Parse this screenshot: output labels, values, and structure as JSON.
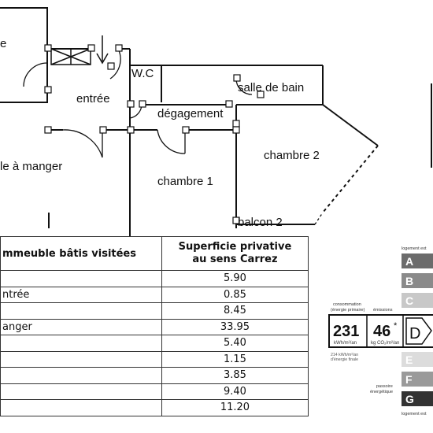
{
  "floorplan": {
    "rooms": {
      "cuisine_partial": "e",
      "entree": "entrée",
      "wc": "W.C",
      "salle_de_bain": "salle de bain",
      "degagement": "dégagement",
      "chambre2": "chambre 2",
      "salle_a_manger_partial": "le à manger",
      "chambre1": "chambre 1",
      "balcon2": "balcon 2"
    }
  },
  "table": {
    "header_col1": "mmeuble bâtis visitées",
    "header_col2_line1": "Superficie privative",
    "header_col2_line2": "au sens Carrez",
    "rows": [
      {
        "label": "",
        "value": "5.90"
      },
      {
        "label": "ntrée",
        "value": "0.85"
      },
      {
        "label": "",
        "value": "8.45"
      },
      {
        "label": "anger",
        "value": "33.95"
      },
      {
        "label": "",
        "value": "5.40"
      },
      {
        "label": "",
        "value": "1.15"
      },
      {
        "label": "",
        "value": "3.85"
      },
      {
        "label": "",
        "value": "9.40"
      },
      {
        "label": "",
        "value": "11.20"
      }
    ]
  },
  "energy": {
    "top_label": "logement ext",
    "bottom_label": "logement ext",
    "classes": [
      {
        "letter": "A",
        "color": "#6b6b6b"
      },
      {
        "letter": "B",
        "color": "#8a8a8a"
      },
      {
        "letter": "C",
        "color": "#c8c8c8"
      },
      {
        "letter": "D",
        "color": "#ffffff"
      },
      {
        "letter": "E",
        "color": "#dcdcdc"
      },
      {
        "letter": "F",
        "color": "#9a9a9a"
      },
      {
        "letter": "G",
        "color": "#333333"
      }
    ],
    "consumption_label_line1": "consommation",
    "consumption_label_line2": "(énergie primaire)",
    "emissions_label": "émissions",
    "consumption_value": "231",
    "consumption_unit": "kWh/m²/an",
    "emissions_value": "46",
    "emissions_star": "*",
    "emissions_unit": "kg CO₂/m²/an",
    "rating": "D",
    "final_energy_line1": "214 kWh/m²/an",
    "final_energy_line2": "d'énergie finale",
    "passive_line1": "passoire",
    "passive_line2": "énergétique"
  }
}
